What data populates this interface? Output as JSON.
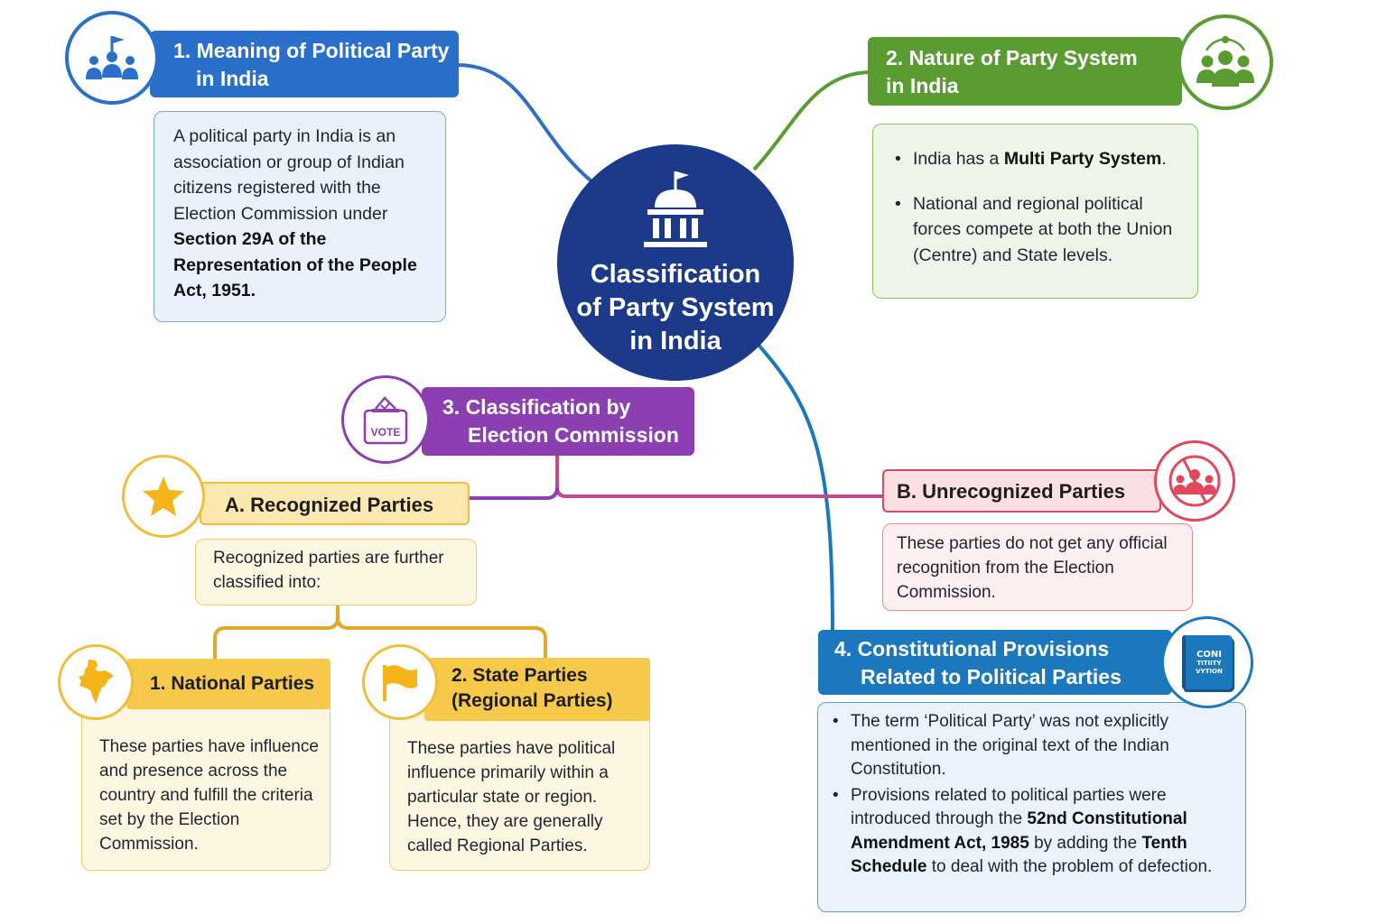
{
  "center": {
    "title_lines": [
      "Classification",
      "of Party System",
      "in India"
    ]
  },
  "section1": {
    "title_lines": [
      "1. Meaning of Political Party",
      "in India"
    ],
    "text_a": "A political party in India is an association or group of Indian citizens registered with the Election Commission under",
    "text_bold": "Section 29A of the Representation of the People Act, 1951.",
    "icon": "people-flag-icon"
  },
  "section2": {
    "title_lines": [
      "2. Nature of Party System",
      "in India"
    ],
    "b1_pre": "India has a ",
    "b1_bold": "Multi Party System",
    "b1_post": ".",
    "b2": "National and regional political forces compete at both the Union (Centre) and State levels.",
    "icon": "group-icon"
  },
  "section3": {
    "title_lines": [
      "3. Classification by",
      "Election Commission"
    ],
    "icon_label": "VOTE",
    "icon": "ballot-box-icon"
  },
  "recognized": {
    "title": "A. Recognized Parties",
    "text": "Recognized parties are further classified into:",
    "icon": "star-icon"
  },
  "national": {
    "title": "1. National Parties",
    "text": "These parties have influence and presence across the country and fulfill the criteria set by the Election Commission.",
    "icon": "india-map-icon"
  },
  "state": {
    "title_lines": [
      "2. State Parties",
      "(Regional Parties)"
    ],
    "text": "These parties have political influence primarily within a particular state or region. Hence, they are generally called Regional Parties.",
    "icon": "flag-icon"
  },
  "unrecognized": {
    "title": "B. Unrecognized Parties",
    "text": "These parties do not get any official recognition from the Election Commission.",
    "icon": "no-group-icon"
  },
  "section4": {
    "title_lines": [
      "4. Constitutional Provisions",
      "Related to Political Parties"
    ],
    "b1": "The term ‘Political Party’ was not explicitly mentioned in the original text of the Indian Constitution.",
    "b2_pre": "Provisions related to political parties were introduced through the ",
    "b2_bold1": "52nd Constitutional Amendment Act, 1985",
    "b2_mid": " by adding the ",
    "b2_bold2": "Tenth Schedule",
    "b2_post": " to deal with the problem of defection.",
    "icon_text_lines": [
      "CONI",
      "TITIITY",
      "VYTION"
    ],
    "icon": "constitution-book-icon"
  },
  "colors": {
    "navy": "#1d3a8a",
    "blue": "#2a6fc9",
    "green": "#5a9c32",
    "purple": "#8b3fb0",
    "yellow": "#f4c542",
    "red": "#e0485c",
    "teal_blue": "#1b78bd"
  }
}
